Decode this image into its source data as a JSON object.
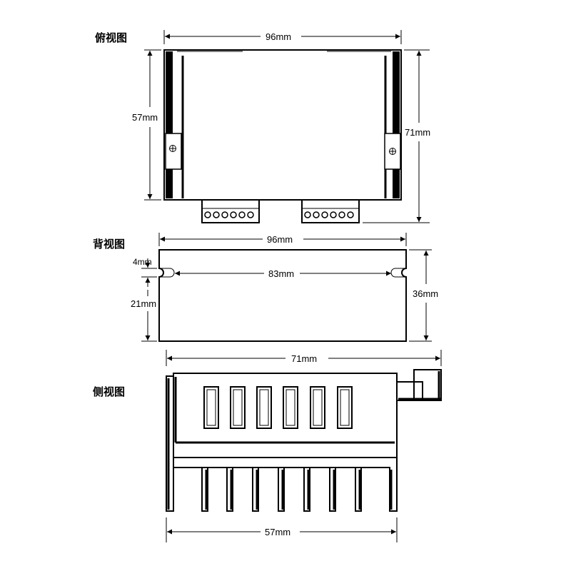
{
  "views": {
    "top": {
      "label": "俯视图",
      "width": "96mm",
      "depth_inner": "57mm",
      "depth_total": "71mm"
    },
    "back": {
      "label": "背视图",
      "width": "96mm",
      "slot_spacing": "83mm",
      "slot_offset": "4mm",
      "lower_height": "21mm",
      "total_height": "36mm"
    },
    "side": {
      "label": "侧视图",
      "total_width": "71mm",
      "base_width": "57mm"
    }
  },
  "colors": {
    "line": "#000000",
    "background": "#ffffff"
  }
}
